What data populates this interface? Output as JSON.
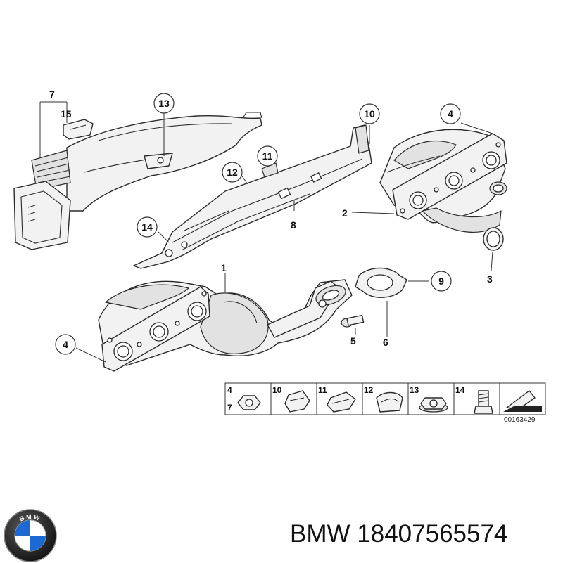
{
  "callouts": [
    "1",
    "2",
    "3",
    "4",
    "4",
    "5",
    "6",
    "7",
    "8",
    "9",
    "10",
    "11",
    "12",
    "13",
    "14",
    "15"
  ],
  "table_labels": [
    "4",
    "7",
    "10",
    "11",
    "12",
    "13",
    "14"
  ],
  "ref_code": "00163429",
  "brand": "BMW",
  "part_number": "18407565574",
  "logo_letters": "BMW",
  "colors": {
    "line": "#2b2b2b",
    "fill": "#f2f2f2",
    "logo_blue": "#1c69d4"
  }
}
